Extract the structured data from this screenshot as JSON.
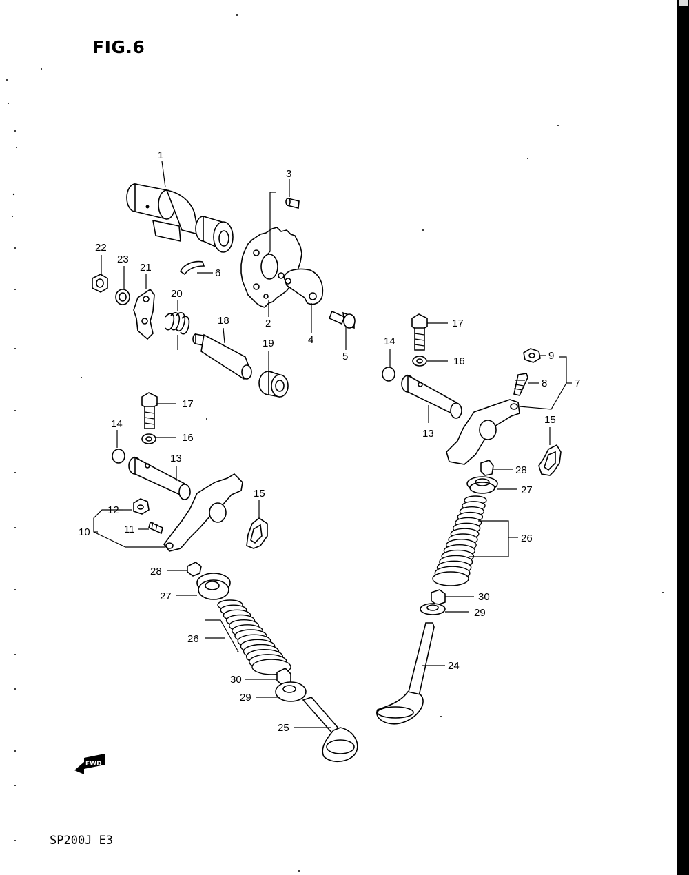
{
  "figure": {
    "title": "FIG.6",
    "model_code": "SP200J E3",
    "fwd_label": "FWD"
  },
  "callouts": {
    "c1": "1",
    "c2": "2",
    "c3": "3",
    "c4": "4",
    "c5": "5",
    "c6": "6",
    "c7": "7",
    "c8": "8",
    "c9": "9",
    "c10": "10",
    "c11": "11",
    "c12": "12",
    "c13a": "13",
    "c13b": "13",
    "c14a": "14",
    "c14b": "14",
    "c15a": "15",
    "c15b": "15",
    "c16a": "16",
    "c16b": "16",
    "c17a": "17",
    "c17b": "17",
    "c18": "18",
    "c19": "19",
    "c20": "20",
    "c21": "21",
    "c22": "22",
    "c23": "23",
    "c24": "24",
    "c25": "25",
    "c26a": "26",
    "c26b": "26",
    "c27a": "27",
    "c27b": "27",
    "c28a": "28",
    "c28b": "28",
    "c29a": "29",
    "c29b": "29",
    "c30a": "30",
    "c30b": "30"
  }
}
